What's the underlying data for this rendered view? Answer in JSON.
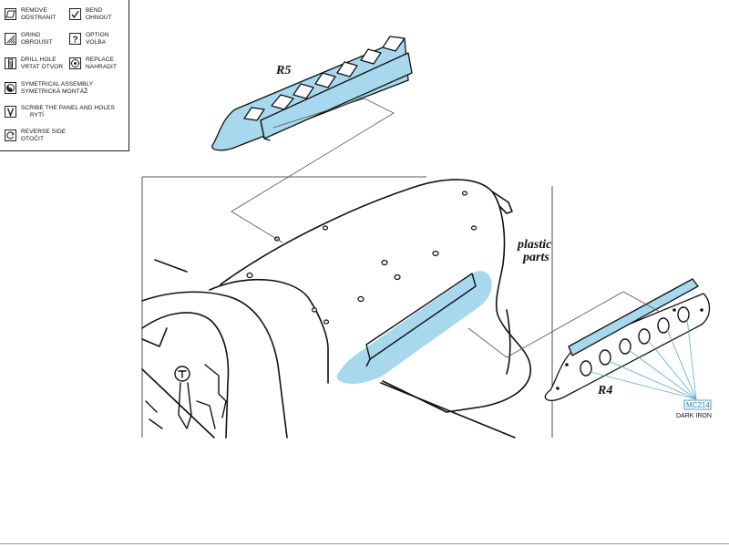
{
  "legend": {
    "items": [
      {
        "icon": "remove-icon",
        "line1": "REMOVE",
        "line2": "ODSTRANIT"
      },
      {
        "icon": "bend-icon",
        "line1": "BEND",
        "line2": "OHNOUT"
      },
      {
        "icon": "grind-icon",
        "line1": "GRIND",
        "line2": "OBROUSIT"
      },
      {
        "icon": "option-icon",
        "line1": "OPTION",
        "line2": "VOLBA"
      },
      {
        "icon": "drill-hole-icon",
        "line1": "DRILL HOLE",
        "line2": "VRTAT OTVOR"
      },
      {
        "icon": "replace-icon",
        "line1": "REPLACE",
        "line2": "NAHRADIT"
      },
      {
        "icon": "symmetrical-assembly-icon",
        "line1": "SYMETRICAL ASSEMBLY",
        "line2": "SYMETRICKÁ MONTÁŽ"
      },
      {
        "icon": "scribe-icon",
        "line1": "SCRIBE THE PANEL AND HOLES",
        "line2": "RYTÍ"
      },
      {
        "icon": "reverse-side-icon",
        "line1": "REVERSE SIDE",
        "line2": "OTOČIT"
      }
    ]
  },
  "labels": {
    "r5": "R5",
    "r4": "R4",
    "plastic_line1": "plastic",
    "plastic_line2": "parts",
    "paint_code": "MC214",
    "paint_name": "DARK IRON"
  },
  "colors": {
    "part_fill": "#a8d8ee",
    "highlight": "#a8d8ee",
    "paint_code": "#2f7fb5",
    "leader": "#5aa9cf",
    "line": "#111111"
  }
}
